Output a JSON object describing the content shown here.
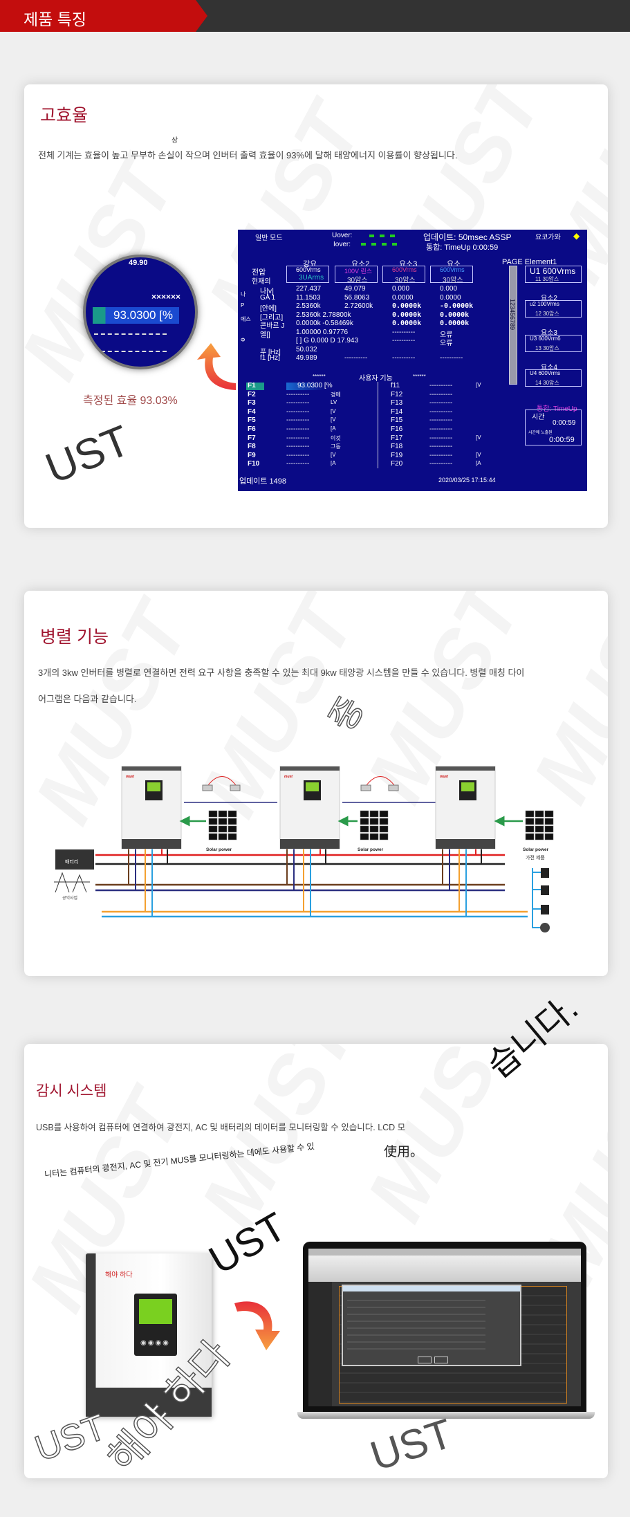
{
  "header": {
    "tab_label": "제품 특징"
  },
  "watermark": "MUST",
  "sec1": {
    "title": "고효율",
    "overlay_small": "상",
    "text": "전체 기계는 효율이 높고 무부하 손실이 작으며 인버터 출력 효율이 93%에 달해 태양에너지 이용률이 향상됩니다.",
    "zoom": {
      "top": "49.90",
      "stars": "××××××",
      "value": "93.0300 [%"
    },
    "caption": "측정된 효율 93.03%",
    "overlay_big": "UST",
    "screen": {
      "mode": "일반 모드",
      "uover": "Uover:",
      "iover": "Iover:",
      "update": "업데이트: 50msec ASSP",
      "integ": "통합: TimeUp 0:00:59",
      "brand": "요코가와",
      "col_headers": [
        "강요",
        "요소2",
        "요소3",
        "요소"
      ],
      "boxes": [
        [
          "600Vrms",
          "3UArms"
        ],
        [
          "100V 린스",
          "30암스"
        ],
        [
          "600Vrms",
          "30암스"
        ],
        [
          "600Vrms",
          "30암스"
        ]
      ],
      "label_top": [
        "전압",
        "현재의"
      ],
      "side": [
        "나",
        "P",
        "에스",
        "Φ"
      ],
      "rows": [
        {
          "label": "나[v]",
          "cells": [
            "227.437",
            "49.079",
            "0.000",
            "0.000"
          ]
        },
        {
          "label": "GA 1",
          "cells": [
            "11.1503",
            "56.8063",
            "0.0000",
            "0.0000"
          ]
        },
        {
          "label": "[안에]",
          "cells": [
            "2.5360k",
            "2.72600k",
            "0.0000k",
            "-0.0000k"
          ]
        },
        {
          "label": "[그리고]",
          "cells": [
            "2.5360k 2.78800k",
            "",
            "0.0000k",
            "0.0000k"
          ]
        },
        {
          "label": "콘바르 J",
          "cells": [
            "0.0000k -0.58469k",
            "",
            "0.0000k",
            "0.0000k"
          ]
        },
        {
          "label": "엘[]",
          "cells": [
            "1.00000 0.97776",
            "",
            "----------",
            "오류"
          ]
        },
        {
          "label": "",
          "cells": [
            "[ ] G 0.000 D 17.943",
            "",
            "----------",
            "오류"
          ]
        },
        {
          "label": "푸 [Hz]",
          "cells": [
            "50.032",
            "",
            "",
            ""
          ]
        },
        {
          "label": "f1 [Hz]",
          "cells": [
            "49.989",
            "----------",
            "----------",
            "----------"
          ]
        }
      ],
      "page": "PAGE Element1",
      "scroll_digits": "123456789",
      "right": [
        {
          "head": "",
          "l1": "U1 600Vrms",
          "l2": "11 30암스"
        },
        {
          "head": "요소2",
          "l1": "u2 100Vrms",
          "l2": "12 30암스"
        },
        {
          "head": "요소3",
          "l1": "U3   600Vrm6",
          "l2": "13    30암스"
        },
        {
          "head": "요소4",
          "l1": "U4 600Vrms",
          "l2": "14    30암스"
        }
      ],
      "integ_box": {
        "head": "통합: TimeUp",
        "time_label": "시간",
        "t1": "0:00:59",
        "exposed": "시간에 노출된",
        "t2": "0:00:59"
      },
      "func_header": [
        "******",
        "사용자 기능",
        "******"
      ],
      "f_left": [
        [
          "F1",
          "93.0300 [%",
          ""
        ],
        [
          "F2",
          "----------",
          "경에"
        ],
        [
          "F3",
          "----------",
          "LV"
        ],
        [
          "F4",
          "----------",
          "[V"
        ],
        [
          "F5",
          "----------",
          "[V"
        ],
        [
          "F6",
          "----------",
          "[A"
        ],
        [
          "F7",
          "----------",
          "이것"
        ],
        [
          "F8",
          "----------",
          "그동"
        ],
        [
          "F9",
          "----------",
          "[V"
        ],
        [
          "F10",
          "----------",
          "[A"
        ]
      ],
      "f_right": [
        [
          "f11",
          "----------",
          "[V"
        ],
        [
          "F12",
          "----------",
          ""
        ],
        [
          "F13",
          "----------",
          ""
        ],
        [
          "F14",
          "----------",
          ""
        ],
        [
          "F15",
          "----------",
          ""
        ],
        [
          "F16",
          "----------",
          ""
        ],
        [
          "F17",
          "----------",
          "[V"
        ],
        [
          "F18",
          "----------",
          ""
        ],
        [
          "F19",
          "----------",
          "[V"
        ],
        [
          "F20",
          "----------",
          "[A"
        ]
      ],
      "footer_left": "업데이트 1498",
      "footer_right": "2020/03/25 17:15:44"
    }
  },
  "sec2": {
    "title": "병렬 기능",
    "text1": "3개의 3kw 인버터를 병렬로 연결하면 전력 요구 사항을 충족할 수 있는 최대 9kw 태양광 시스템을 만들 수 있습니다. 병렬 매칭 다이",
    "text2": "어그램은 다음과 같습니다.",
    "overlay": "중",
    "diagram": {
      "solar": "Solar power",
      "battery": "배터리",
      "grid": "공익사업",
      "appliances": "가전 제품",
      "brand": "must"
    },
    "colors": {
      "red": "#e02020",
      "black": "#222222",
      "brown": "#6b3e1e",
      "navy": "#2b2f80",
      "orange": "#f4a030",
      "blue": "#2aa0e0",
      "green": "#2a9a4a"
    }
  },
  "sec3": {
    "title": "감시 시스템",
    "text1": "USB를 사용하여 컴퓨터에 연결하여 광전지, AC 및 배터리의 데이터를 모니터링할 수 있습니다. LCD 모",
    "slant": "니터는 컴퓨터의 광전지, AC 및 전기 MUS를 모니터링하는 데에도 사용할 수 있",
    "suffix": "使用。",
    "overlay_big": "습니다.",
    "inverter_label": "해야 하다",
    "ust1": "UST",
    "ust2": "UST",
    "ust3": "UST",
    "haya": "해야 하다"
  }
}
